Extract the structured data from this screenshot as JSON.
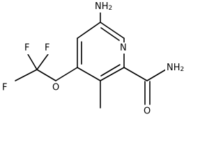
{
  "molecule": {
    "atoms": {
      "amino_n": "NH",
      "amino_h_sub": "2",
      "ring_n": "N",
      "amide_n": "NH",
      "amide_h_sub": "2",
      "carbonyl_o": "O",
      "ether_o": "O",
      "f_top_left": "F",
      "f_top_right": "F",
      "f_left": "F"
    }
  }
}
